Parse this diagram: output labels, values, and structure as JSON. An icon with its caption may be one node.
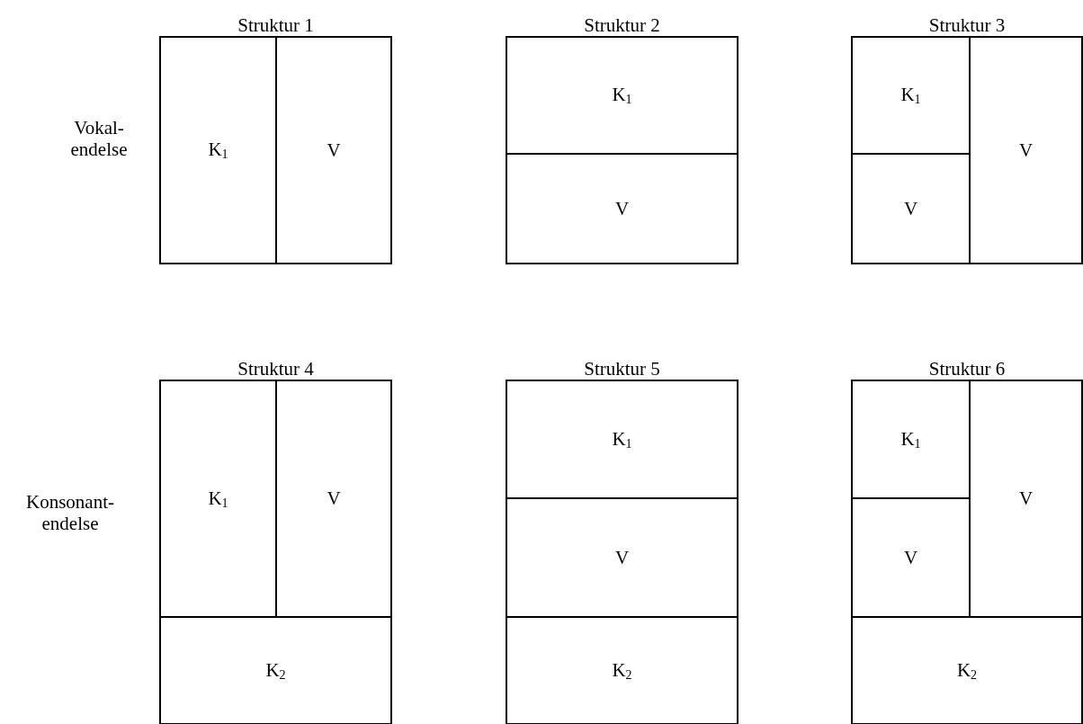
{
  "diagram": {
    "nodes": [
      {
        "text": [
          "Struktur 1"
        ]
      },
      {
        "text": [
          "K$_{1}$"
        ],
        "in": 0
      },
      {
        "text": [
          "V"
        ],
        "in": 0
      },
      {
        "text": [
          "Struktur 2"
        ]
      },
      {
        "text": [
          "K$_{1}$"
        ],
        "in": 3
      },
      {
        "text": [
          "V"
        ],
        "in": 3
      },
      {
        "text": [
          "Struktur 3"
        ]
      },
      {
        "text": [
          "K$_{1}$"
        ],
        "in": 6
      },
      {
        "text": [
          "V"
        ],
        "in": 6
      },
      {
        "text": [
          "V"
        ],
        "in": 6
      },
      {
        "text": [
          "Struktur 4"
        ]
      },
      {
        "text": [
          "K$_{1}$"
        ],
        "in": 10
      },
      {
        "text": [
          "V"
        ],
        "in": 10
      },
      {
        "text": [
          "K$_{2}$"
        ],
        "in": 10
      },
      {
        "text": [
          "Struktur 5"
        ]
      },
      {
        "text": [
          "K$_{1}$"
        ],
        "in": 14
      },
      {
        "text": [
          "V"
        ],
        "in": 14
      },
      {
        "text": [
          "K$_{2}$"
        ],
        "in": 14
      },
      {
        "text": [
          "Struktur 6"
        ]
      },
      {
        "text": [
          "K$_{1}$"
        ],
        "in": 18
      },
      {
        "text": [
          "V"
        ],
        "in": 18
      },
      {
        "text": [
          "V"
        ],
        "in": 18
      },
      {
        "text": [
          "K$_{2}$"
        ],
        "in": 18
      }
    ],
    "labels": [
      "Vokal- endelse",
      "Konsonant- endelse"
    ]
  }
}
